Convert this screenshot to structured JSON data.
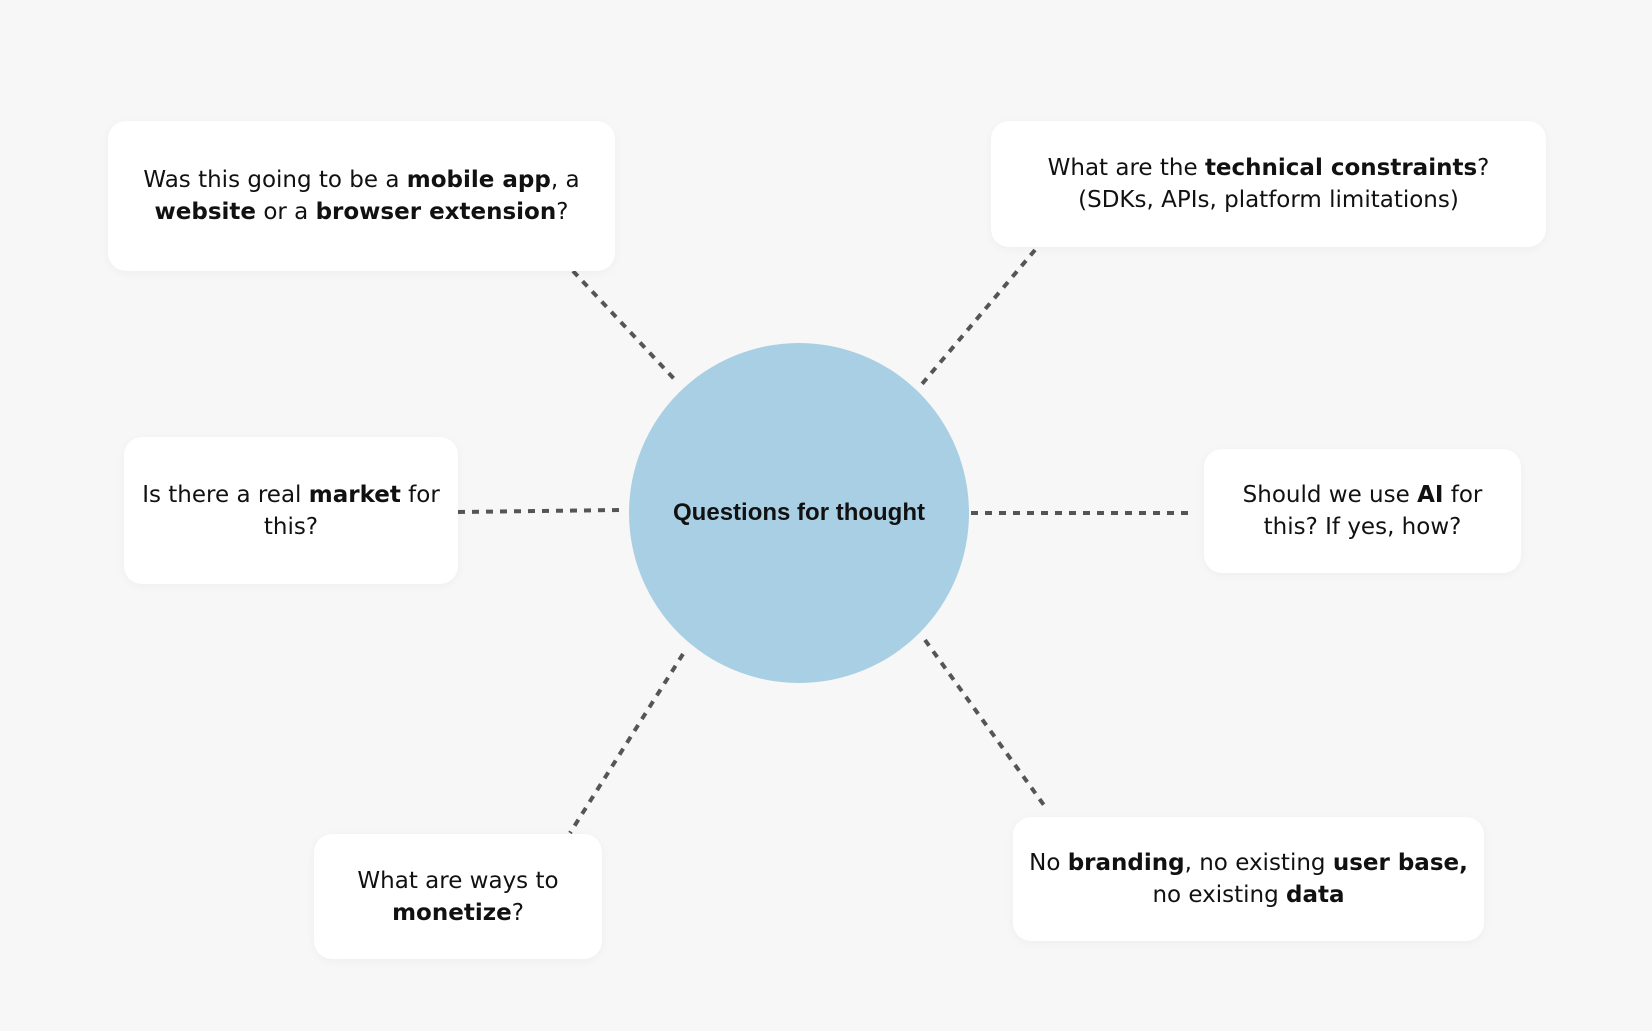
{
  "center": {
    "label": "Questions for thought",
    "color": "#a8cfe3"
  },
  "connector_color": "#555555",
  "cards": {
    "platform": {
      "line1": [
        {
          "text": "Was this going to be a ",
          "bold": false
        },
        {
          "text": "mobile app",
          "bold": true
        },
        {
          "text": ", a",
          "bold": false
        }
      ],
      "line2": [
        {
          "text": "website",
          "bold": true
        },
        {
          "text": " or a ",
          "bold": false
        },
        {
          "text": "browser extension",
          "bold": true
        },
        {
          "text": "?",
          "bold": false
        }
      ]
    },
    "technical": {
      "line1": [
        {
          "text": "What are the ",
          "bold": false
        },
        {
          "text": "technical constraints",
          "bold": true
        },
        {
          "text": "?",
          "bold": false
        }
      ],
      "line2": [
        {
          "text": "(SDKs, APIs, platform limitations)",
          "bold": false
        }
      ]
    },
    "market": {
      "line1": [
        {
          "text": "Is there a real ",
          "bold": false
        },
        {
          "text": "market",
          "bold": true
        },
        {
          "text": " for",
          "bold": false
        }
      ],
      "line2": [
        {
          "text": "this?",
          "bold": false
        }
      ]
    },
    "ai": {
      "line1": [
        {
          "text": "Should we use ",
          "bold": false
        },
        {
          "text": "AI",
          "bold": true
        },
        {
          "text": " for",
          "bold": false
        }
      ],
      "line2": [
        {
          "text": "this? If yes, how?",
          "bold": false
        }
      ]
    },
    "monetize": {
      "line1": [
        {
          "text": "What are ways to",
          "bold": false
        }
      ],
      "line2": [
        {
          "text": "monetize",
          "bold": true
        },
        {
          "text": "?",
          "bold": false
        }
      ]
    },
    "branding": {
      "line1": [
        {
          "text": "No ",
          "bold": false
        },
        {
          "text": "branding",
          "bold": true
        },
        {
          "text": ", no existing ",
          "bold": false
        },
        {
          "text": "user base,",
          "bold": true
        }
      ],
      "line2": [
        {
          "text": "no existing ",
          "bold": false
        },
        {
          "text": "data",
          "bold": true
        }
      ]
    }
  }
}
